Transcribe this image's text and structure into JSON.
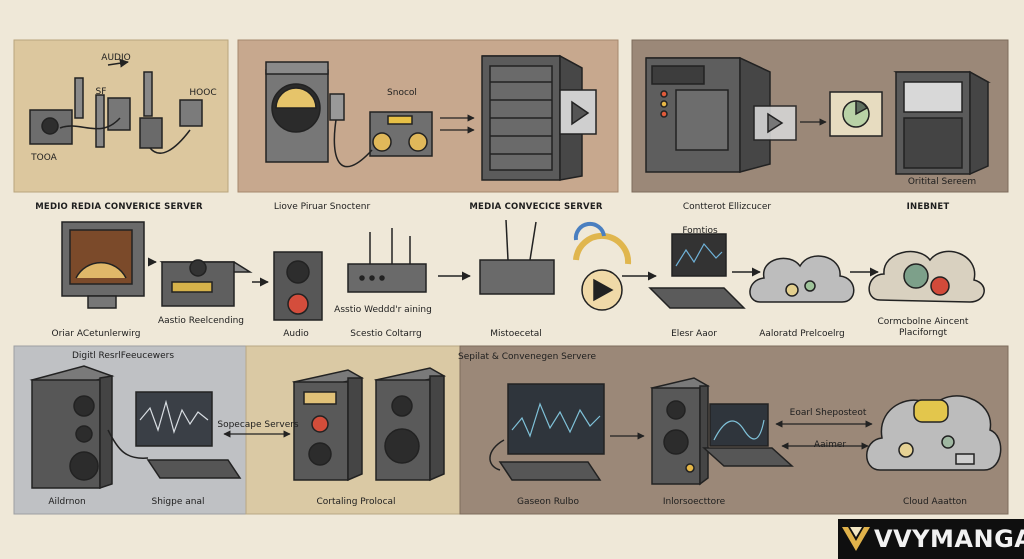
{
  "top_row": {
    "panel1": {
      "labels": {
        "audio": "AUDIO",
        "sf": "SF",
        "hooc": "HOOC",
        "tooa": "TOOA"
      },
      "caption": "MEDIO REDIA CONVERICE SERVER"
    },
    "panel2": {
      "snocol": "Snocol",
      "caption": "Liove Piruar Snoctenr"
    },
    "panel3": {
      "caption": "MEDIA CONVECICE SERVER"
    },
    "panel4": {
      "caption1": "Contterot Ellizcucer",
      "caption2": "INEBNET",
      "orital": "Oritital Sereem"
    }
  },
  "middle_row": {
    "items": [
      {
        "label": "Oriar ACetunlerwirg"
      },
      {
        "label": "Aastio Reelcending"
      },
      {
        "label": "Audio"
      },
      {
        "label": "Scestio Coltarrg"
      },
      {
        "label": "Mistoecetal"
      },
      {
        "label": "Elesr Aaor"
      },
      {
        "label": "Aaloratd Prelcoelrg"
      },
      {
        "label": "Cormcbolne Aincent Placiforngt"
      }
    ],
    "router_top": "Asstio Weddd'r aining",
    "monitor_top": "Fomtios"
  },
  "bottom_row": {
    "panel1": {
      "title": "Digitl ResrlFeeucewers",
      "speaker": "Aildrnon",
      "monitor": "Shigpe anal"
    },
    "panel2": {
      "arrow": "Sopecape Servers",
      "caption": "Cortaling Prolocal"
    },
    "panel3": {
      "title": "Sepilat & Convenegen Servere",
      "monitor": "Gaseon Rulbo",
      "speaker": "Inlorsoecttore",
      "arrow1": "Eoarl Sheposteot",
      "arrow2": "Aaimer",
      "cloud": "Cloud Aaatton"
    }
  },
  "brand": {
    "name": "VVYMANGA"
  }
}
